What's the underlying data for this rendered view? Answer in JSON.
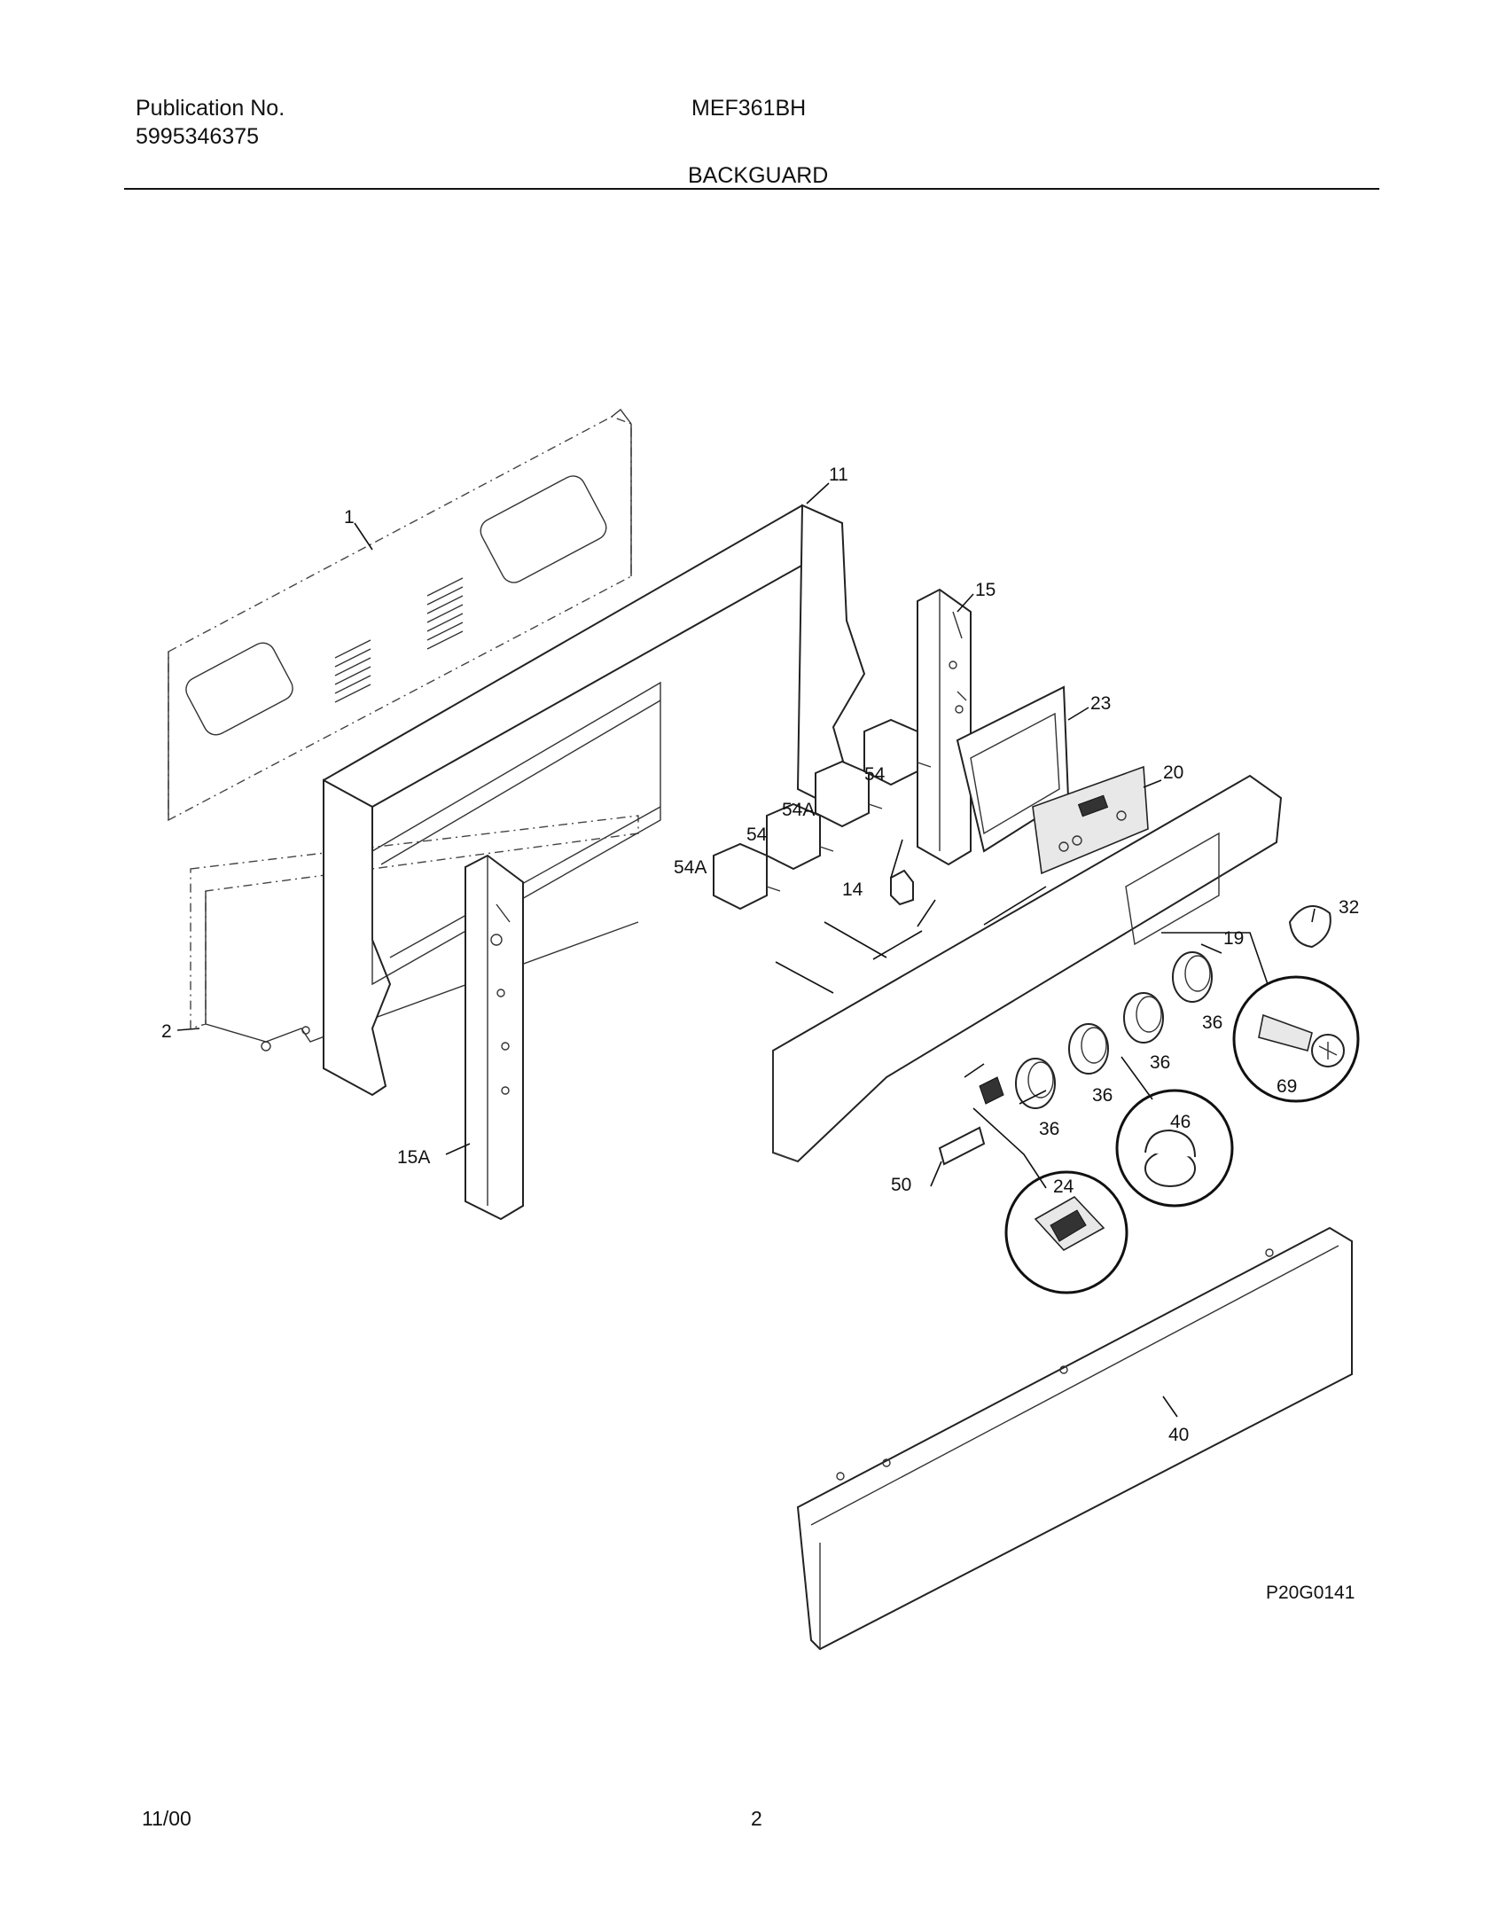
{
  "header": {
    "publication_label": "Publication No.",
    "publication_number": "5995346375",
    "model": "MEF361BH",
    "section_title": "BACKGUARD"
  },
  "diagram": {
    "drawing_code": "P20G0141",
    "callouts": {
      "c1": "1",
      "c2": "2",
      "c11": "11",
      "c14": "14",
      "c15": "15",
      "c15a": "15A",
      "c19": "19",
      "c20": "20",
      "c23": "23",
      "c24": "24",
      "c32": "32",
      "c36a": "36",
      "c36b": "36",
      "c36c": "36",
      "c36d": "36",
      "c40": "40",
      "c46": "46",
      "c50": "50",
      "c54a": "54",
      "c54b": "54",
      "c54aa": "54A",
      "c54ab": "54A",
      "c69": "69"
    }
  },
  "footer": {
    "date": "11/00",
    "page": "2"
  }
}
